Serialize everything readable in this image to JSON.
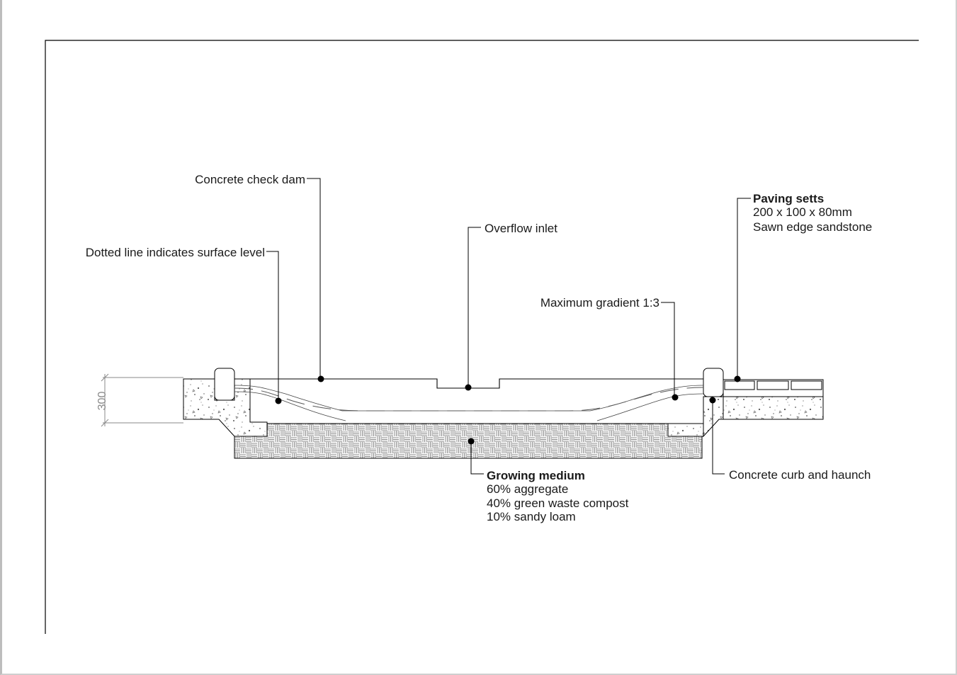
{
  "drawing": {
    "dimension_label": "300",
    "labels": {
      "check_dam": "Concrete check dam",
      "dotted_line": "Dotted line indicates surface level",
      "overflow_inlet": "Overflow inlet",
      "max_gradient": "Maximum gradient 1:3",
      "paving_title": "Paving setts",
      "paving_size": "200 x 100 x 80mm",
      "paving_material": "Sawn edge sandstone",
      "growing_title": "Growing medium",
      "growing_line1": "60% aggregate",
      "growing_line2": "40% green waste compost",
      "growing_line3": "10% sandy loam",
      "curb": "Concrete curb and haunch"
    },
    "colors": {
      "line": "#000000",
      "dimension": "#8a8a8a",
      "text": "#1a1a1a"
    }
  }
}
